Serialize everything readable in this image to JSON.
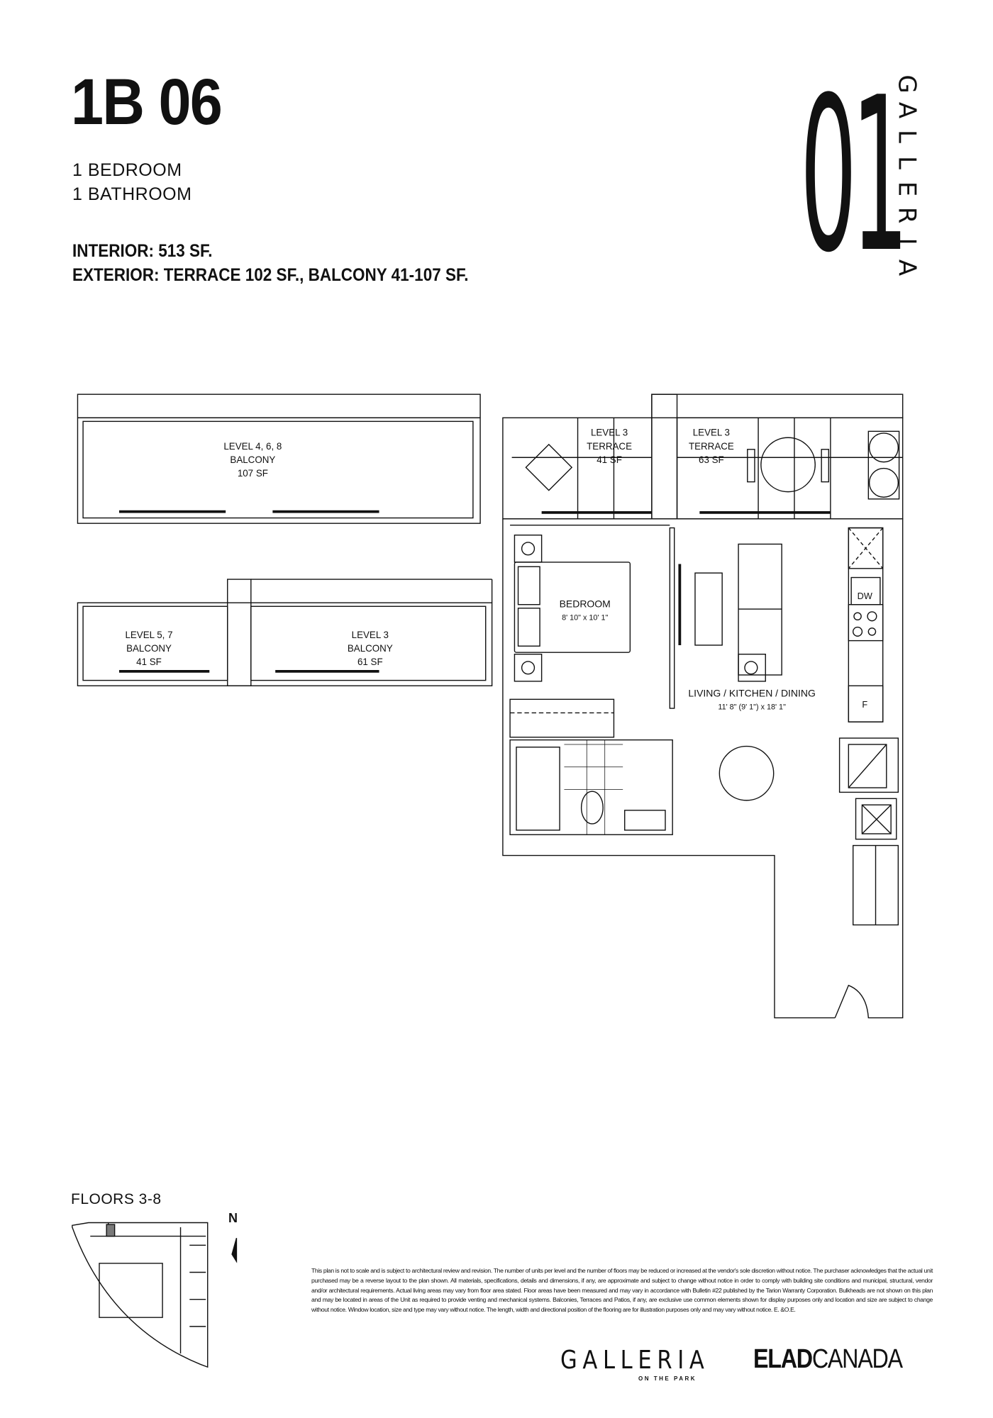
{
  "header": {
    "unit_name": "1B 06",
    "bedrooms": "1 BEDROOM",
    "bathrooms": "1 BATHROOM",
    "interior": "INTERIOR: 513 SF.",
    "exterior": "EXTERIOR: TERRACE 102 SF., BALCONY 41-107 SF."
  },
  "logo": {
    "number": "01",
    "name": "GALLERIA"
  },
  "balcony_options": [
    {
      "level": "LEVEL 4, 6, 8",
      "type": "BALCONY",
      "area": "107 SF"
    },
    {
      "level": "LEVEL 5, 7",
      "type": "BALCONY",
      "area": "41 SF"
    },
    {
      "level": "LEVEL 3",
      "type": "BALCONY",
      "area": "61 SF"
    }
  ],
  "plan": {
    "terraces": [
      {
        "level": "LEVEL 3",
        "type": "TERRACE",
        "area": "41 SF"
      },
      {
        "level": "LEVEL 3",
        "type": "TERRACE",
        "area": "63 SF"
      }
    ],
    "rooms": [
      {
        "name": "BEDROOM",
        "dims": "8' 10\" x 10' 1\""
      },
      {
        "name": "LIVING / KITCHEN / DINING",
        "dims": "11' 8\" (9' 1\") x 18' 1\""
      }
    ],
    "appliances": {
      "dishwasher": "DW",
      "fridge": "F"
    }
  },
  "keyplan": {
    "label": "FLOORS 3-8",
    "north": "N"
  },
  "disclaimer": "This plan is not to scale and is subject to architectural review and revision. The number of units per level and the number of floors may be reduced or increased at the vendor's sole discretion without notice. The purchaser acknowledges that the actual unit purchased may be a reverse layout to the plan shown. All materials, specifications, details and dimensions, if any, are approximate and subject to change without notice in order to comply with building site conditions and municipal, structural, vendor and/or architectural requirements. Actual living areas may vary from floor area stated. Floor areas have been measured and may vary in accordance with Bulletin #22 published by the Tarion Warranty Corporation. Bulkheads are not shown on this plan and may be located in areas of the Unit as required to provide venting and mechanical systems. Balconies, Terraces and Patios, if any, are exclusive use common elements shown for display purposes only and location and size are subject to change without notice. Window location, size and type may vary without notice. The length, width and directional position of the flooring are for illustration purposes only and may vary without notice. E. &O.E.",
  "brands": {
    "galleria": "GALLERIA",
    "galleria_sub": "ON THE PARK",
    "elad_bold": "ELAD",
    "elad_regular": "CANADA"
  },
  "colors": {
    "ink": "#111111",
    "highlight": "#7a7a7a"
  }
}
